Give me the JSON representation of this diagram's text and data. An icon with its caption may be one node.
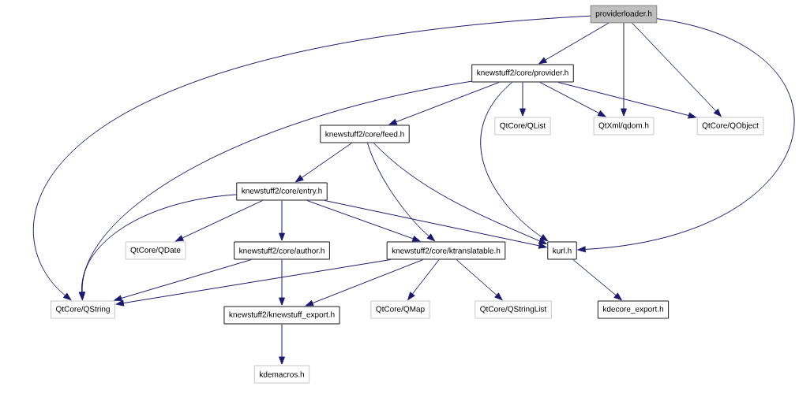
{
  "diagram": {
    "nodes": [
      {
        "text": [
          "providerloader.h"
        ]
      },
      {
        "text": [
          "knewstuff2/core/provider.h"
        ]
      },
      {
        "text": [
          "QtCore/QList"
        ]
      },
      {
        "text": [
          "QtXml/qdom.h"
        ]
      },
      {
        "text": [
          "QtCore/QObject"
        ]
      },
      {
        "text": [
          "knewstuff2/core/feed.h"
        ]
      },
      {
        "text": [
          "knewstuff2/core/entry.h"
        ]
      },
      {
        "text": [
          "QtCore/QDate"
        ]
      },
      {
        "text": [
          "knewstuff2/core/author.h"
        ]
      },
      {
        "text": [
          "knewstuff2/core/ktranslatable.h"
        ]
      },
      {
        "text": [
          "kurl.h"
        ]
      },
      {
        "text": [
          "QtCore/QString"
        ]
      },
      {
        "text": [
          "knewstuff2/knewstuff_export.h"
        ]
      },
      {
        "text": [
          "QtCore/QMap"
        ]
      },
      {
        "text": [
          "QtCore/QStringList"
        ]
      },
      {
        "text": [
          "kdecore_export.h"
        ]
      },
      {
        "text": [
          "kdemacros.h"
        ]
      }
    ],
    "edges": [
      {
        "from": 0,
        "to": 1,
        "arrow": "to"
      },
      {
        "from": 0,
        "to": 11,
        "arrow": "to"
      },
      {
        "from": 0,
        "to": 3,
        "arrow": "to"
      },
      {
        "from": 0,
        "to": 4,
        "arrow": "to"
      },
      {
        "from": 0,
        "to": 10,
        "arrow": "to"
      },
      {
        "from": 1,
        "to": 11,
        "arrow": "to"
      },
      {
        "from": 1,
        "to": 5,
        "arrow": "to"
      },
      {
        "from": 1,
        "to": 2,
        "arrow": "to"
      },
      {
        "from": 1,
        "to": 3,
        "arrow": "to"
      },
      {
        "from": 1,
        "to": 4,
        "arrow": "to"
      },
      {
        "from": 1,
        "to": 10,
        "arrow": "to"
      },
      {
        "from": 5,
        "to": 6,
        "arrow": "to"
      },
      {
        "from": 5,
        "to": 9,
        "arrow": "to"
      },
      {
        "from": 5,
        "to": 10,
        "arrow": "to"
      },
      {
        "from": 6,
        "to": 11,
        "arrow": "to"
      },
      {
        "from": 6,
        "to": 7,
        "arrow": "to"
      },
      {
        "from": 6,
        "to": 8,
        "arrow": "to"
      },
      {
        "from": 6,
        "to": 9,
        "arrow": "to"
      },
      {
        "from": 6,
        "to": 10,
        "arrow": "to"
      },
      {
        "from": 8,
        "to": 11,
        "arrow": "to"
      },
      {
        "from": 8,
        "to": 12,
        "arrow": "to"
      },
      {
        "from": 9,
        "to": 11,
        "arrow": "to"
      },
      {
        "from": 9,
        "to": 12,
        "arrow": "to"
      },
      {
        "from": 9,
        "to": 13,
        "arrow": "to"
      },
      {
        "from": 9,
        "to": 14,
        "arrow": "to"
      },
      {
        "from": 10,
        "to": 15,
        "arrow": "to"
      },
      {
        "from": 12,
        "to": 16,
        "arrow": "to"
      }
    ]
  }
}
